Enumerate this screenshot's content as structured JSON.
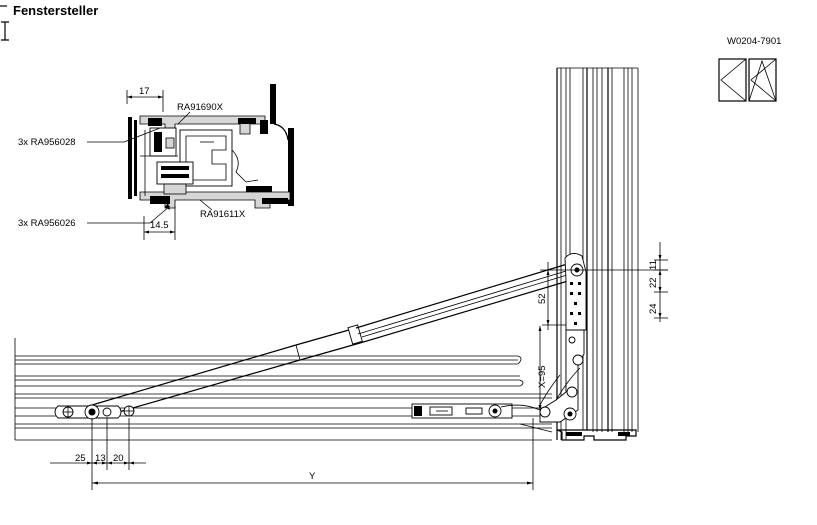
{
  "title": "Fenstersteller",
  "drawing_number": "W0204-7901",
  "section": {
    "dim_top": "17",
    "dim_bottom": "14.5",
    "profile_top": "RA91690X",
    "profile_bottom": "RA91611X",
    "callout_top": "3x RA956028",
    "callout_bottom": "3x RA956026"
  },
  "dims": {
    "left_a": "25",
    "left_b": "13",
    "left_c": "20",
    "y_label": "Y",
    "x_label": "X=95",
    "v52": "52",
    "r11": "11",
    "r22": "22",
    "r24": "24"
  },
  "symbols": {
    "opening_icon": "turn-tilt-opening-symbol"
  }
}
